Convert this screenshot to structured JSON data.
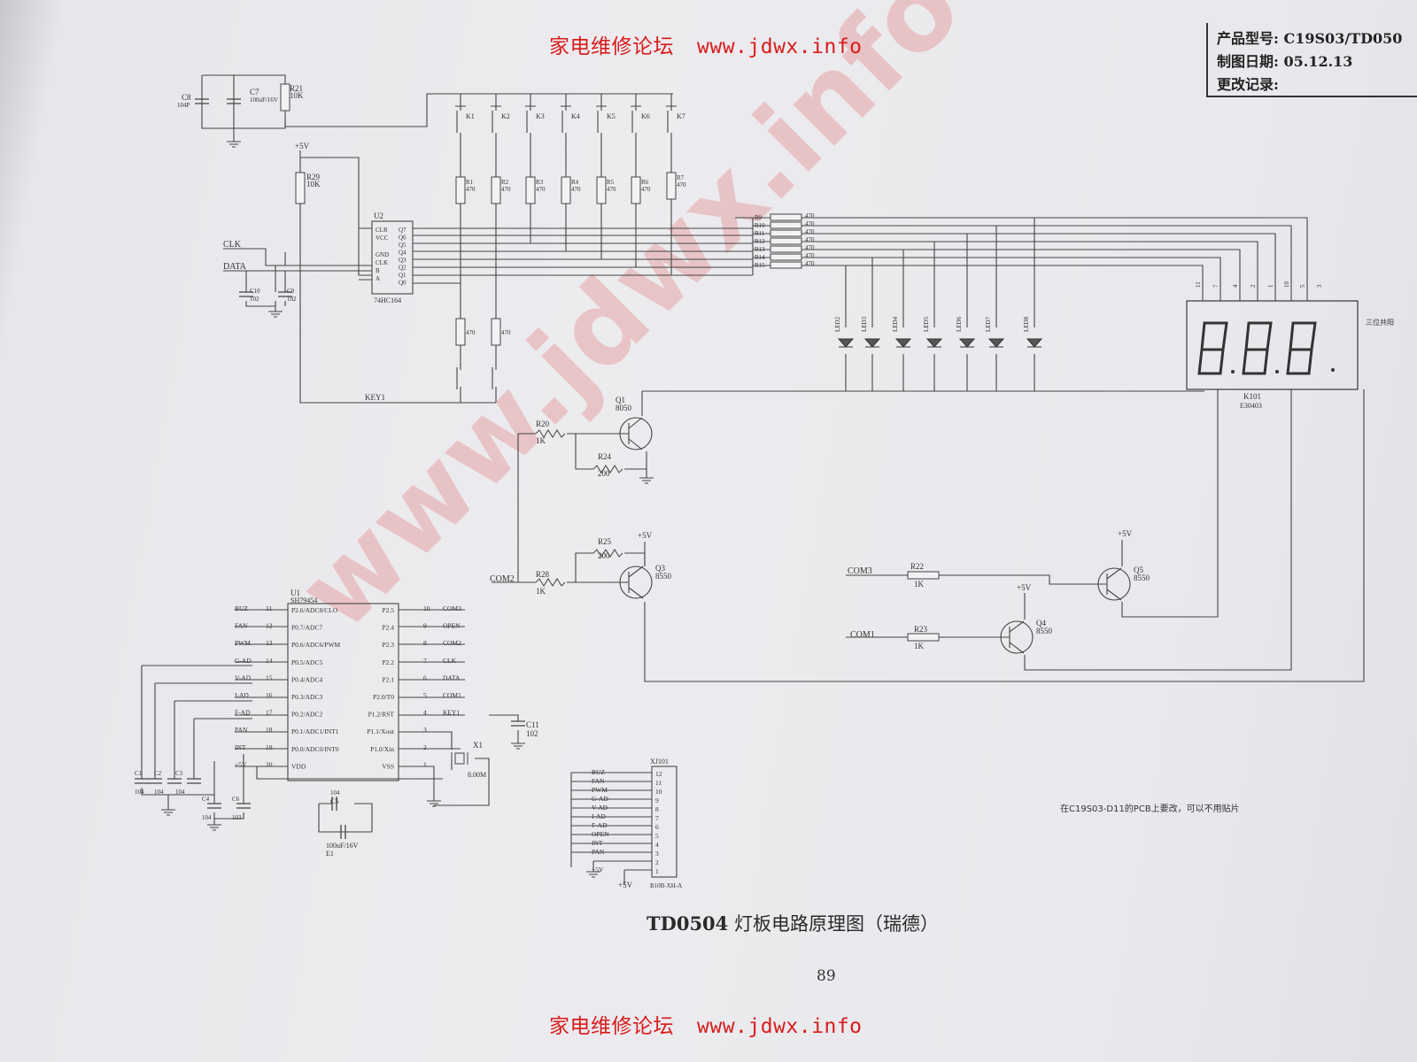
{
  "watermark": {
    "site": "家电维修论坛",
    "url": "www.jdwx.info",
    "diagonal": "www.jdwx.info"
  },
  "info": {
    "model_label": "产品型号:",
    "model_value": "C19S03/TD050",
    "date_label": "制图日期:",
    "date_value": "05.12.13",
    "change_label": "更改记录:"
  },
  "caption": {
    "code": "TD0504",
    "text": "灯板电路原理图（瑞德）"
  },
  "page_number": "89",
  "note": "在C19S03-D11的PCB上要改，可以不用贴片",
  "labels": {
    "c8": "C8",
    "c8v": "104P",
    "c7": "C7",
    "c7v": "100uF/16V",
    "r21": "R21",
    "r21v": "10K",
    "r29": "R29",
    "r29v": "10K",
    "plus5v": "+5V",
    "u2": "U2",
    "u2name": "74HC164",
    "clk": "CLK",
    "data": "DATA",
    "c10": "C10",
    "c10v": "102",
    "c9": "C9",
    "c9v": "102",
    "key1": "KEY1",
    "q1": "Q1",
    "q1v": "8050",
    "r20": "R20",
    "r20v": "1K",
    "r24": "R24",
    "r24v": "200",
    "q3": "Q3",
    "q3v": "8550",
    "r25": "R25",
    "r25v": "200",
    "r28": "R28",
    "r28v": "1K",
    "com2": "COM2",
    "com3": "COM3",
    "r22": "R22",
    "r22v": "1K",
    "q5": "Q5",
    "q5v": "8550",
    "com1": "COM1",
    "r23": "R23",
    "r23v": "1K",
    "q4": "Q4",
    "q4v": "8550",
    "k101": "K101",
    "k101v": "E30403",
    "disp_note": "三位共阳",
    "u1": "U1",
    "u1name": "SH79454",
    "x1": "X1",
    "x1v": "8.00M",
    "c11": "C11",
    "c11v": "102",
    "c5": "C5",
    "c5v": "104",
    "e1": "E1",
    "e1v": "100uF/16V",
    "xj101": "XJ101",
    "xj101b": "B10B-XH-A"
  },
  "keys": [
    "K1",
    "K2",
    "K3",
    "K4",
    "K5",
    "K6",
    "K7"
  ],
  "key_resistors": [
    "R1",
    "R2",
    "R3",
    "R4",
    "R5",
    "R6",
    "R7"
  ],
  "r470": "470",
  "seg_resistors": [
    "R9",
    "R10",
    "R11",
    "R12",
    "R13",
    "R14",
    "R15"
  ],
  "u2_pins_left": [
    "CLR",
    "VCC",
    "GND",
    "CLK",
    "B",
    "A"
  ],
  "u2_pins_right": [
    "Q7",
    "Q6",
    "Q5",
    "Q4",
    "Q3",
    "Q2",
    "Q1",
    "Q0"
  ],
  "leds": [
    "LED2",
    "LED3",
    "LED4",
    "LED5",
    "LED6",
    "LED7",
    "LED8"
  ],
  "u1_left": [
    {
      "net": "BUZ",
      "pin": "11",
      "func": "P2.6/ADC8/CLO"
    },
    {
      "net": "FAN",
      "pin": "12",
      "func": "P0.7/ADC7"
    },
    {
      "net": "PWM",
      "pin": "13",
      "func": "P0.6/ADC6/PWM"
    },
    {
      "net": "G-AD",
      "pin": "14",
      "func": "P0.5/ADC5"
    },
    {
      "net": "V-AD",
      "pin": "15",
      "func": "P0.4/ADC4"
    },
    {
      "net": "I-AD",
      "pin": "16",
      "func": "P0.3/ADC3"
    },
    {
      "net": "F-AD",
      "pin": "17",
      "func": "P0.2/ADC2"
    },
    {
      "net": "PAN",
      "pin": "18",
      "func": "P0.1/ADC1/INT1"
    },
    {
      "net": "INT",
      "pin": "19",
      "func": "P0.0/ADC0/INT0"
    },
    {
      "net": "+5V",
      "pin": "20",
      "func": "VDD"
    }
  ],
  "u1_right": [
    {
      "func": "P2.5",
      "pin": "10",
      "net": "COM3"
    },
    {
      "func": "P2.4",
      "pin": "9",
      "net": "OPEN"
    },
    {
      "func": "P2.3",
      "pin": "8",
      "net": "COM2"
    },
    {
      "func": "P2.2",
      "pin": "7",
      "net": "CLK"
    },
    {
      "func": "P2.1",
      "pin": "6",
      "net": "DATA"
    },
    {
      "func": "P2.0/T0",
      "pin": "5",
      "net": "COM1"
    },
    {
      "func": "P1.2/RST",
      "pin": "4",
      "net": "KEY1"
    },
    {
      "func": "P1.1/Xout",
      "pin": "3",
      "net": ""
    },
    {
      "func": "P1.0/Xin",
      "pin": "2",
      "net": ""
    },
    {
      "func": "VSS",
      "pin": "1",
      "net": ""
    }
  ],
  "decaps": [
    {
      "name": "C1",
      "value": "104"
    },
    {
      "name": "C2",
      "value": "104"
    },
    {
      "name": "C3",
      "value": "104"
    },
    {
      "name": "C4",
      "value": "104"
    },
    {
      "name": "C6",
      "value": "103"
    }
  ],
  "connector_nets": [
    "BUZ",
    "FAN",
    "PWM",
    "G-AD",
    "V-AD",
    "I-AD",
    "F-AD",
    "OPEN",
    "INT",
    "PAN",
    "",
    "+5V"
  ],
  "connector_pins": [
    "12",
    "11",
    "10",
    "9",
    "8",
    "7",
    "6",
    "5",
    "4",
    "3",
    "2",
    "1"
  ],
  "display_pins": [
    "11",
    "7",
    "4",
    "2",
    "1",
    "10",
    "5",
    "3"
  ]
}
